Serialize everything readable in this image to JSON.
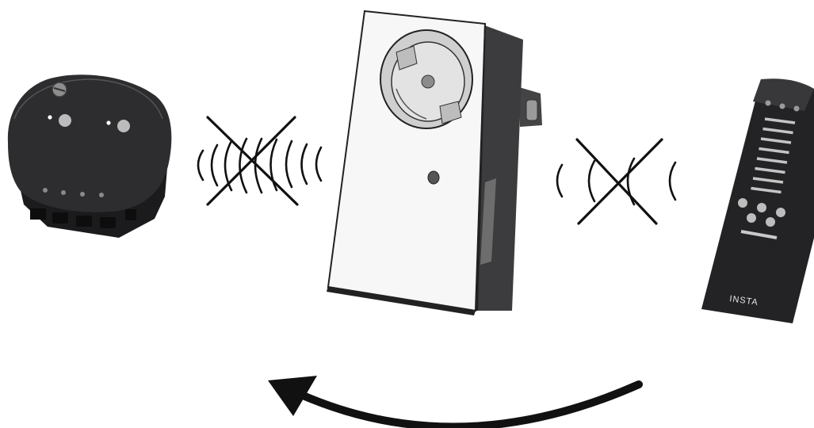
{
  "remote": {
    "brand": "INSTA",
    "channel_count": 8
  },
  "icons": {
    "actuator": "flush-mounted-actuator",
    "adapter": "plug-in-socket-adapter",
    "remote": "handheld-remote-control",
    "blocked_left": "crossed-out-signal-icon",
    "blocked_right": "crossed-out-signal-icon",
    "arrow": "curved-arrow-left-icon"
  },
  "colors": {
    "device_dark": "#2a2a2c",
    "adapter_white": "#f6f6f6",
    "adapter_side": "#3a3a3a",
    "arrow": "#111111"
  }
}
